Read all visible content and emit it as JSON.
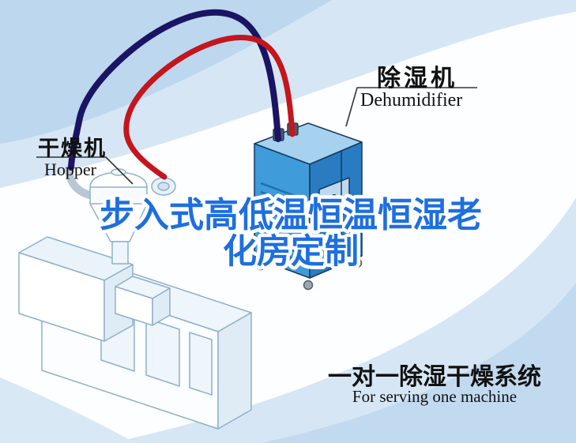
{
  "overlay_title": {
    "line1": "步入式高低温恒温恒湿老",
    "line2": "化房定制",
    "color": "#1d6fe0",
    "outline_color": "#ffffff"
  },
  "labels": {
    "dryer": {
      "cn": "干燥机",
      "en": "Hopper"
    },
    "dehumidifier": {
      "cn": "除湿机",
      "en": "Dehumidifier"
    },
    "system": {
      "cn": "一对一除湿干燥系统",
      "en": "For serving one machine"
    }
  },
  "diagram": {
    "pipes": [
      {
        "name": "return-pipe",
        "color": "#1b1464"
      },
      {
        "name": "supply-pipe",
        "color": "#c4161c"
      }
    ],
    "machines": [
      {
        "name": "dehumidifier-unit",
        "front_color": "#3f9bd9",
        "side_color": "#2a7cc2",
        "top_color": "#a6d2ef"
      },
      {
        "name": "hopper-dryer-extruder",
        "body_color": "#ffffff",
        "outline_color": "#8fb0c9"
      }
    ],
    "background_tint": "#c7dcf0"
  }
}
